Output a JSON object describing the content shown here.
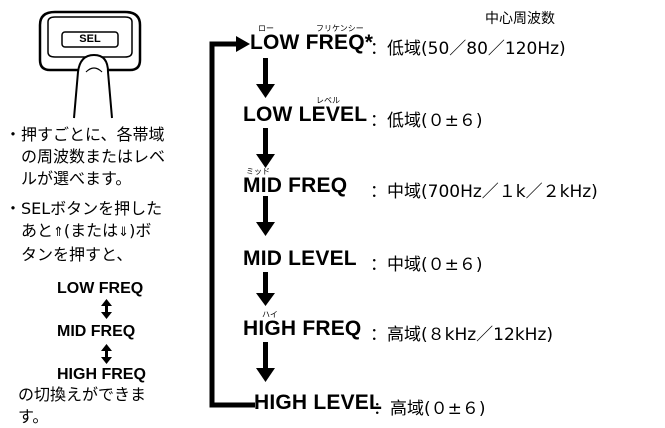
{
  "header": {
    "center_freq": "中心周波数"
  },
  "button": {
    "label": "SEL"
  },
  "rows": [
    {
      "label": "LOW FREQ*",
      "ruby_a": "ロー",
      "ruby_b": "フリケンシー",
      "desc": "：低域(50／80／120Hz)"
    },
    {
      "label": "LOW LEVEL",
      "ruby_b": "レベル",
      "desc": "：低域(０±６)"
    },
    {
      "label": "MID FREQ",
      "ruby_a": "ミッド",
      "desc": "：中域(700Hz／１k／２kHz)"
    },
    {
      "label": "MID LEVEL",
      "desc": "：中域(０±６)"
    },
    {
      "label": "HIGH FREQ",
      "ruby_a": "ハイ",
      "desc": "：高域(８kHz／12kHz)"
    },
    {
      "label": "HIGH LEVEL",
      "desc": "：高域(０±６)"
    }
  ],
  "notes": {
    "n1_lines": [
      "・押すごとに、各帯域",
      "　の周波数またはレベ",
      "　ルが選べます。"
    ],
    "n2_lines": [
      "・SELボタンを押した",
      "　あと",
      "(または",
      ")ボ",
      "　タンを押すと、"
    ],
    "flow": [
      "LOW FREQ",
      "MID FREQ",
      "HIGH FREQ"
    ],
    "tail_lines": [
      "の切換えができま",
      "す。"
    ]
  }
}
